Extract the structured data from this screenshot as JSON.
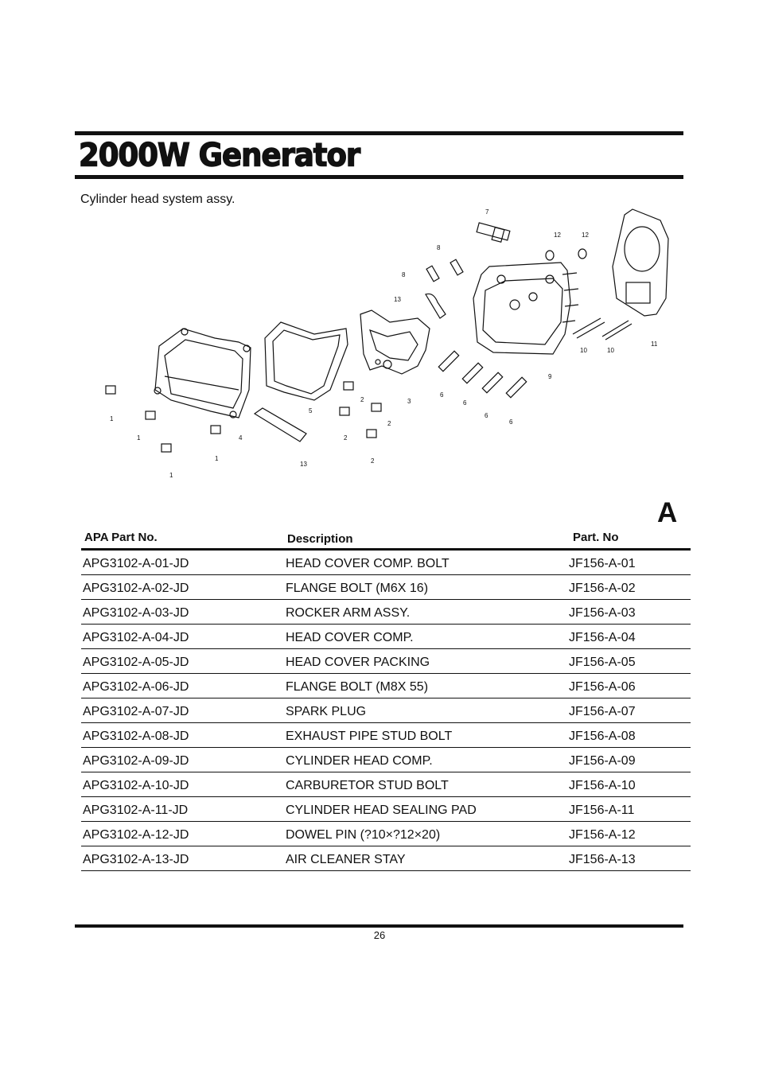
{
  "page": {
    "title": "2000W Generator",
    "subtitle": "Cylinder head system assy.",
    "section_letter": "A",
    "page_number": "26"
  },
  "diagram": {
    "callouts": [
      "1",
      "1",
      "1",
      "1",
      "2",
      "2",
      "2",
      "2",
      "3",
      "4",
      "5",
      "6",
      "6",
      "6",
      "6",
      "7",
      "8",
      "8",
      "9",
      "10",
      "10",
      "11",
      "12",
      "12",
      "13",
      "13"
    ]
  },
  "table": {
    "headers": {
      "apa": "APA Part No.",
      "description": "Description",
      "part_no": "Part. No"
    },
    "rows": [
      {
        "apa": "APG3102-A-01-JD",
        "description": "HEAD COVER COMP. BOLT",
        "part_no": "JF156-A-01"
      },
      {
        "apa": "APG3102-A-02-JD",
        "description": "FLANGE BOLT (M6X 16)",
        "part_no": "JF156-A-02"
      },
      {
        "apa": "APG3102-A-03-JD",
        "description": "ROCKER ARM ASSY.",
        "part_no": "JF156-A-03"
      },
      {
        "apa": "APG3102-A-04-JD",
        "description": "HEAD COVER COMP.",
        "part_no": "JF156-A-04"
      },
      {
        "apa": "APG3102-A-05-JD",
        "description": "HEAD COVER PACKING",
        "part_no": "JF156-A-05"
      },
      {
        "apa": "APG3102-A-06-JD",
        "description": "FLANGE BOLT (M8X 55)",
        "part_no": "JF156-A-06"
      },
      {
        "apa": "APG3102-A-07-JD",
        "description": "SPARK PLUG",
        "part_no": "JF156-A-07"
      },
      {
        "apa": "APG3102-A-08-JD",
        "description": "EXHAUST PIPE STUD BOLT",
        "part_no": "JF156-A-08"
      },
      {
        "apa": "APG3102-A-09-JD",
        "description": "CYLINDER HEAD COMP.",
        "part_no": "JF156-A-09"
      },
      {
        "apa": "APG3102-A-10-JD",
        "description": "CARBURETOR STUD BOLT",
        "part_no": "JF156-A-10"
      },
      {
        "apa": "APG3102-A-11-JD",
        "description": "CYLINDER HEAD SEALING PAD",
        "part_no": "JF156-A-11"
      },
      {
        "apa": "APG3102-A-12-JD",
        "description": "DOWEL PIN (?10×?12×20)",
        "part_no": "JF156-A-12"
      },
      {
        "apa": "APG3102-A-13-JD",
        "description": "AIR CLEANER STAY",
        "part_no": "JF156-A-13"
      }
    ]
  }
}
